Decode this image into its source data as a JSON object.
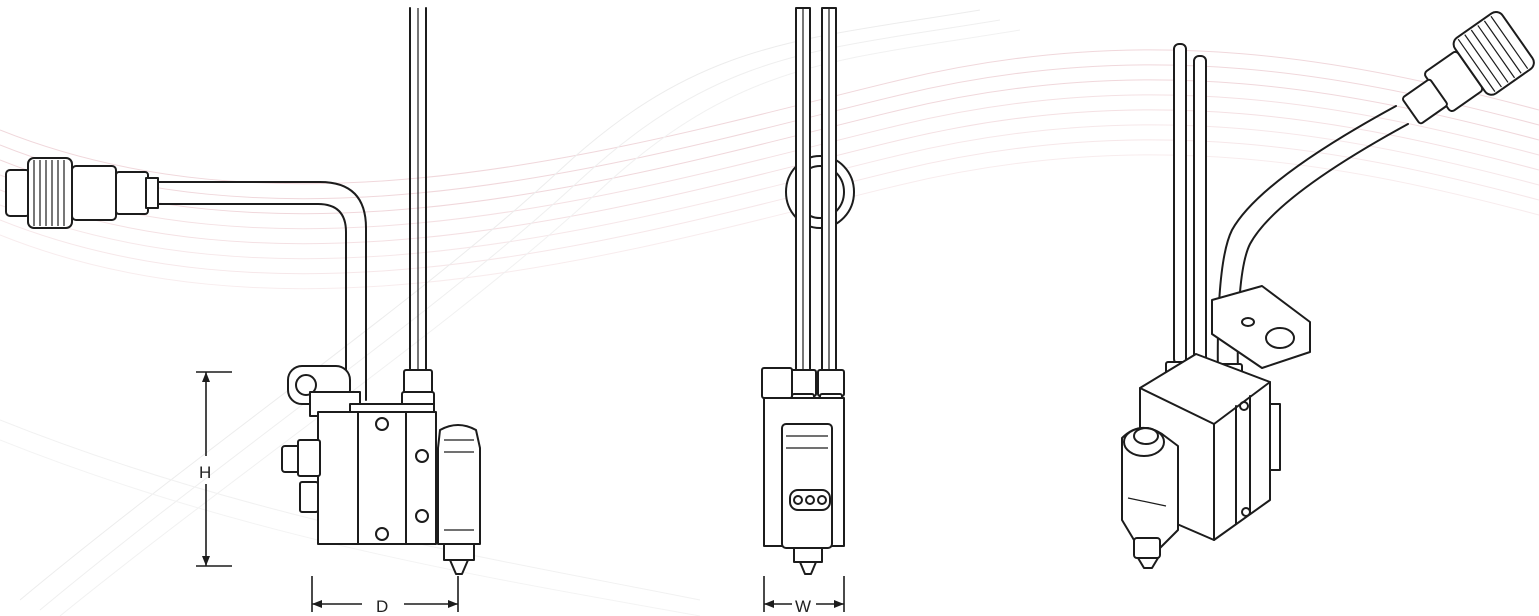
{
  "background": {
    "swirl_color": "#e9c7cc",
    "line_color": "#1c1c1c"
  },
  "dimensions": {
    "height_label": "H",
    "depth_label": "D",
    "width_label": "W"
  },
  "views": [
    {
      "view": "side",
      "icon": "side-view-drawing"
    },
    {
      "view": "front",
      "icon": "front-view-drawing"
    },
    {
      "view": "isometric",
      "icon": "isometric-view-drawing"
    }
  ]
}
